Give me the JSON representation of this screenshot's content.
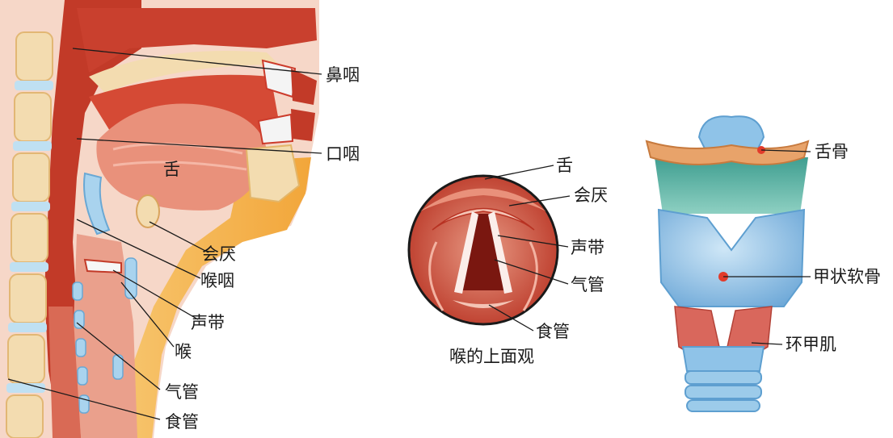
{
  "sagittal_labels": {
    "nasopharynx": "鼻咽",
    "tongue": "舌",
    "oropharynx": "口咽",
    "epiglottis": "会厌",
    "laryngopharynx": "喉咽",
    "vocal_cords": "声带",
    "larynx": "喉",
    "trachea": "气管",
    "esophagus": "食管"
  },
  "top_view": {
    "caption": "喉的上面观",
    "labels": {
      "tongue": "舌",
      "epiglottis": "会厌",
      "vocal_cords": "声带",
      "trachea": "气管",
      "esophagus": "食管"
    }
  },
  "cartilage_labels": {
    "hyoid": "舌骨",
    "thyroid_cartilage": "甲状软骨",
    "cricothyroid": "环甲肌"
  },
  "colors": {
    "tissue_red": "#cc3b2b",
    "muscle_pink": "#e58a76",
    "bone_yellow": "#f2d9a0",
    "fat_orange": "#f4b24a",
    "cartilage_blue": "#8fc3e8",
    "hyoid_orange": "#e8a36a",
    "teal_muscle": "#5fb6a6"
  }
}
